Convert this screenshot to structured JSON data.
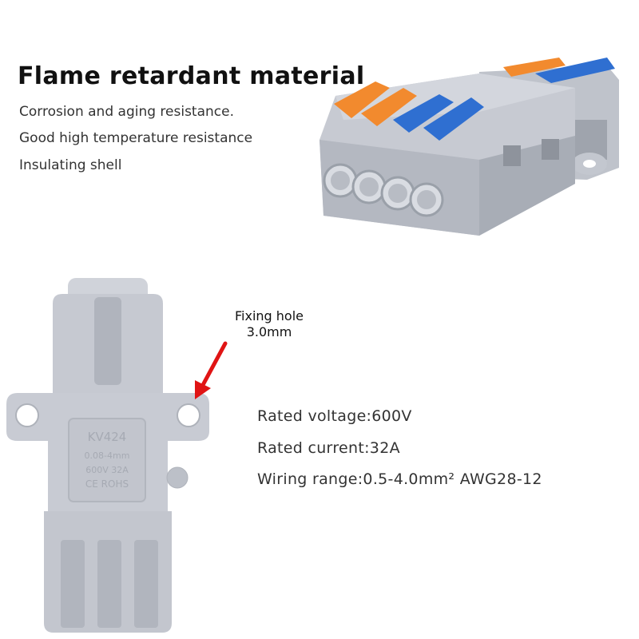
{
  "headline": "Flame retardant material",
  "features": [
    "Corrosion and aging resistance.",
    "Good high temperature resistance",
    "Insulating shell"
  ],
  "fixing_hole": {
    "label": "Fixing hole",
    "size": "3.0mm"
  },
  "specs": [
    "Rated voltage:600V",
    "Rated current:32A",
    "Wiring range:0.5-4.0mm² AWG28-12"
  ],
  "product_marking": {
    "model": "KV424",
    "range": "0.08-4mm",
    "rating": "600V  32A",
    "certs": "CE ROHS"
  },
  "colors": {
    "housing": "#c9ccd4",
    "housing_shadow": "#a9adb6",
    "lever_orange": "#f28a2e",
    "lever_blue": "#2f6fd1",
    "arrow": "#e01414"
  }
}
